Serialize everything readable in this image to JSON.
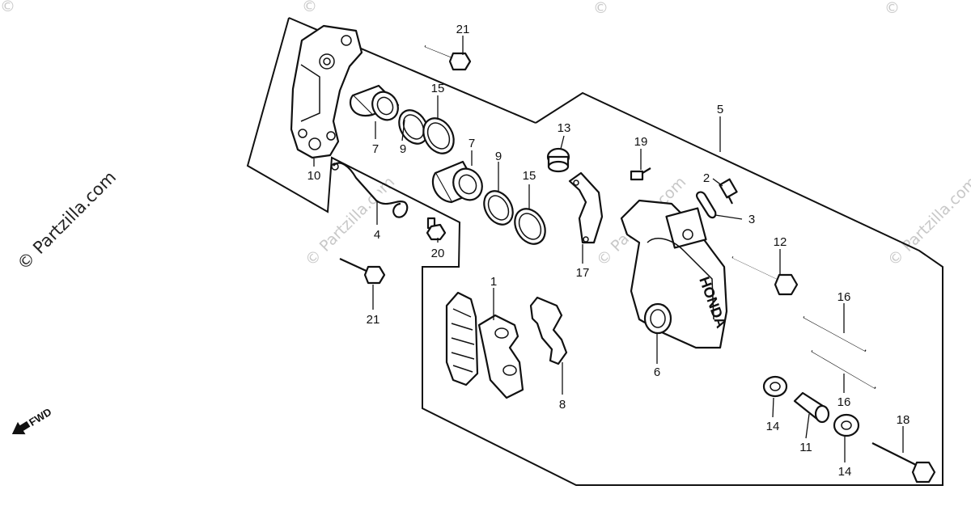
{
  "watermark": {
    "brand_text": "© Partzilla.com",
    "copyright_symbol": "©"
  },
  "direction_arrow": {
    "label": "FWD"
  },
  "callouts": [
    {
      "id": "c1",
      "number": "1"
    },
    {
      "id": "c2",
      "number": "2"
    },
    {
      "id": "c3",
      "number": "3"
    },
    {
      "id": "c4",
      "number": "4"
    },
    {
      "id": "c5",
      "number": "5"
    },
    {
      "id": "c6",
      "number": "6"
    },
    {
      "id": "c7a",
      "number": "7"
    },
    {
      "id": "c7b",
      "number": "7"
    },
    {
      "id": "c8",
      "number": "8"
    },
    {
      "id": "c9a",
      "number": "9"
    },
    {
      "id": "c9b",
      "number": "9"
    },
    {
      "id": "c10",
      "number": "10"
    },
    {
      "id": "c11",
      "number": "11"
    },
    {
      "id": "c12",
      "number": "12"
    },
    {
      "id": "c13",
      "number": "13"
    },
    {
      "id": "c14a",
      "number": "14"
    },
    {
      "id": "c14b",
      "number": "14"
    },
    {
      "id": "c15a",
      "number": "15"
    },
    {
      "id": "c15b",
      "number": "15"
    },
    {
      "id": "c16a",
      "number": "16"
    },
    {
      "id": "c16b",
      "number": "16"
    },
    {
      "id": "c17",
      "number": "17"
    },
    {
      "id": "c18",
      "number": "18"
    },
    {
      "id": "c19",
      "number": "19"
    },
    {
      "id": "c20",
      "number": "20"
    },
    {
      "id": "c21a",
      "number": "21"
    },
    {
      "id": "c21b",
      "number": "21"
    }
  ],
  "colors": {
    "ink": "#111111",
    "background": "#ffffff",
    "watermark": "#c8c8c8"
  }
}
